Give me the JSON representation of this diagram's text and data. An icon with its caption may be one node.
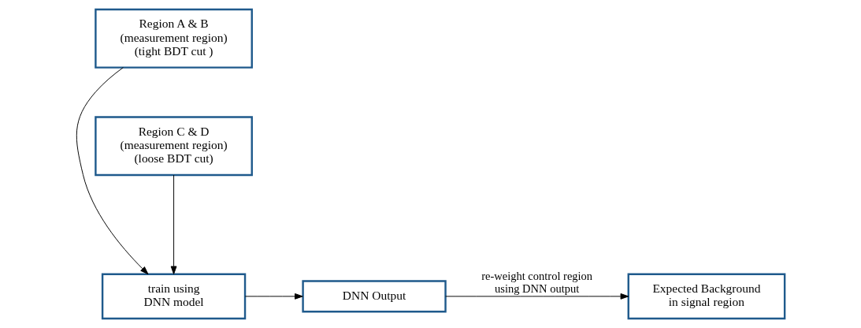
{
  "diagram": {
    "nodes": [
      {
        "text": [
          "Region A & B",
          "(measurement region)",
          "(tight BDT cut )"
        ]
      },
      {
        "text": [
          "train using DNN model"
        ]
      },
      {
        "text": [
          "DNN Output"
        ]
      },
      {
        "text": [
          "Region C & D",
          "(measurement region)",
          "(loose BDT cut)"
        ]
      },
      {
        "text": [
          "Expected Background in signal region"
        ]
      }
    ],
    "edges": [
      {
        "from": 0,
        "to": 1,
        "arrow": "to"
      },
      {
        "from": 3,
        "to": 1,
        "arrow": "to"
      },
      {
        "from": 1,
        "to": 2,
        "arrow": "to"
      },
      {
        "from": 2,
        "to": 4,
        "arrow": "to",
        "label": "re-weight control region using DNN output"
      }
    ]
  }
}
